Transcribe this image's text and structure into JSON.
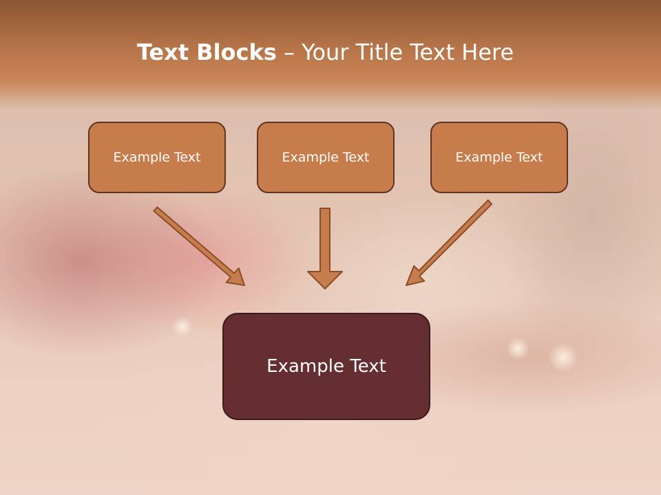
{
  "title": {
    "strong": "Text Blocks",
    "separator": " – ",
    "rest": "Your Title Text Here"
  },
  "blocks": [
    {
      "label": "Example Text"
    },
    {
      "label": "Example Text"
    },
    {
      "label": "Example Text"
    }
  ],
  "center_block": {
    "label": "Example Text"
  },
  "colors": {
    "block_fill": "#c67c4b",
    "block_border": "#5e3420",
    "center_fill": "#652e31",
    "arrow_fill": "#c67c4b",
    "arrow_stroke": "#8a4d2a",
    "header": "#b8754a"
  }
}
